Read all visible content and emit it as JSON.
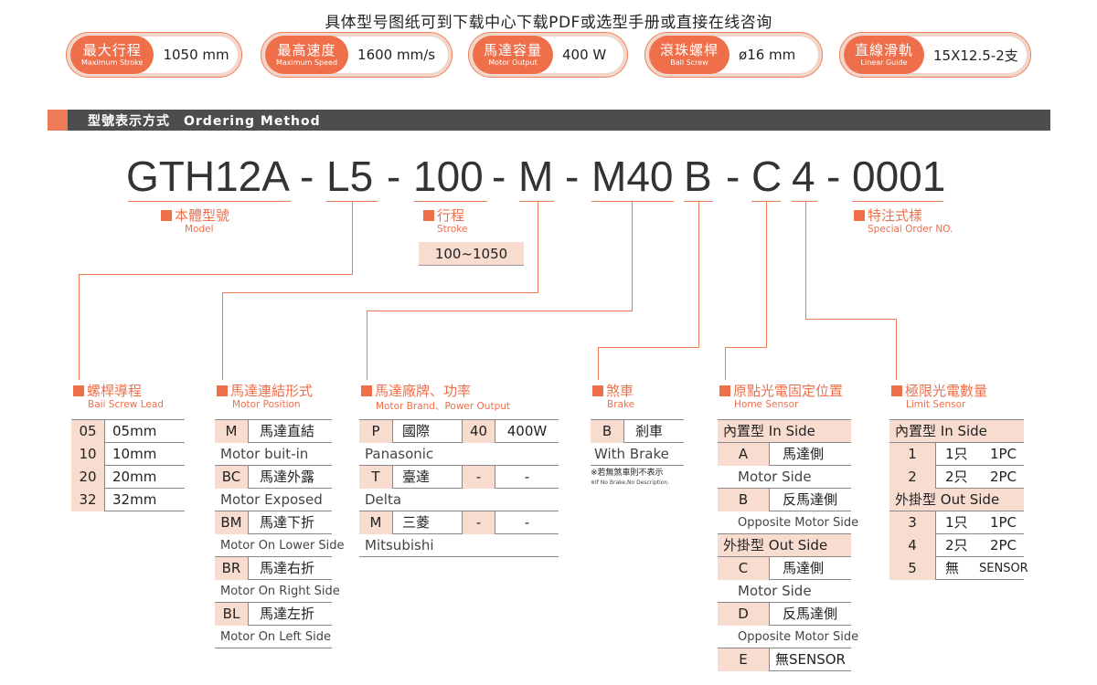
{
  "top_note": "具体型号图纸可到下载中心下载PDF或选型手册或直接在线咨询",
  "specs": [
    {
      "cn": "最大行程",
      "en": "Maximum Stroke",
      "value": "1050 mm"
    },
    {
      "cn": "最高速度",
      "en": "Maximum Speed",
      "value": "1600 mm/s"
    },
    {
      "cn": "馬達容量",
      "en": "Motor Output",
      "value": "400 W"
    },
    {
      "cn": "滾珠螺桿",
      "en": "Ball Screw",
      "value": "ø16 mm"
    },
    {
      "cn": "直線滑軌",
      "en": "Linear Guide",
      "value": "15X12.5-2支"
    }
  ],
  "section": {
    "title": "型號表示方式　Ordering Method"
  },
  "code": {
    "s1": "GTH12A",
    "d1": "-",
    "s2": "L5",
    "d2": "-",
    "s3": "100",
    "d3": "-",
    "s4": "M",
    "d4": "-",
    "s5": "M40",
    "s6": "B",
    "d5": "-",
    "s7": "C",
    "s8": "4",
    "d6": "-",
    "s9": "0001"
  },
  "labels": {
    "model_cn": "本體型號",
    "model_en": "Model",
    "stroke_cn": "行程",
    "stroke_en": "Stroke",
    "stroke_range": "100~1050",
    "special_cn": "特注式樣",
    "special_en": "Special Order NO."
  },
  "lead": {
    "cn": "螺桿導程",
    "en": "Baii Screw Lead",
    "rows": [
      [
        "05",
        "05mm"
      ],
      [
        "10",
        "10mm"
      ],
      [
        "20",
        "20mm"
      ],
      [
        "32",
        "32mm"
      ]
    ]
  },
  "position": {
    "cn": "馬達連結形式",
    "en": "Motor Position",
    "rows": [
      {
        "code": "M",
        "cn": "馬達直結",
        "en": "Motor buit-in"
      },
      {
        "code": "BC",
        "cn": "馬達外露",
        "en": "Motor Exposed"
      },
      {
        "code": "BM",
        "cn": "馬達下折",
        "en": "Motor On Lower Side"
      },
      {
        "code": "BR",
        "cn": "馬達右折",
        "en": "Motor On Right Side"
      },
      {
        "code": "BL",
        "cn": "馬達左折",
        "en": "Motor On Left Side"
      }
    ]
  },
  "brand": {
    "cn": "馬達廠牌、功率",
    "en": "Motor Brand、Power Output",
    "rows": [
      {
        "code": "P",
        "cn": "國際",
        "pcode": "40",
        "power": "400W",
        "en": "Panasonic"
      },
      {
        "code": "T",
        "cn": "臺達",
        "pcode": "-",
        "power": "-",
        "en": "Delta"
      },
      {
        "code": "M",
        "cn": "三菱",
        "pcode": "-",
        "power": "-",
        "en": "Mitsubishi"
      }
    ]
  },
  "brake": {
    "cn": "煞車",
    "en": "Brake",
    "code": "B",
    "code_cn": "剎車",
    "desc": "With Brake",
    "note_cn": "※若無煞車則不表示",
    "note_en": "※If No Brake,No Description."
  },
  "home": {
    "cn": "原點光電固定位置",
    "en": "Home Sensor",
    "inside_title": "內置型 In Side",
    "outside_title": "外掛型 Out Side",
    "inside": [
      {
        "code": "A",
        "cn": "馬達側",
        "en": "Motor Side"
      },
      {
        "code": "B",
        "cn": "反馬達側",
        "en": "Opposite Motor Side"
      }
    ],
    "outside": [
      {
        "code": "C",
        "cn": "馬達側",
        "en": "Motor Side"
      },
      {
        "code": "D",
        "cn": "反馬達側",
        "en": "Opposite Motor Side"
      }
    ],
    "last": {
      "code": "E",
      "cn": "無SENSOR"
    }
  },
  "limit": {
    "cn": "極限光電數量",
    "en": "Limit Sensor",
    "inside_title": "內置型 In Side",
    "outside_title": "外掛型 Out Side",
    "inside": [
      [
        "1",
        "1只",
        "1PC"
      ],
      [
        "2",
        "2只",
        "2PC"
      ]
    ],
    "outside": [
      [
        "3",
        "1只",
        "1PC"
      ],
      [
        "4",
        "2只",
        "2PC"
      ],
      [
        "5",
        "無",
        "SENSOR"
      ]
    ]
  },
  "colors": {
    "accent": "#ef6f4b",
    "bar": "#4d4d4d",
    "pink": "#f7dccf"
  }
}
